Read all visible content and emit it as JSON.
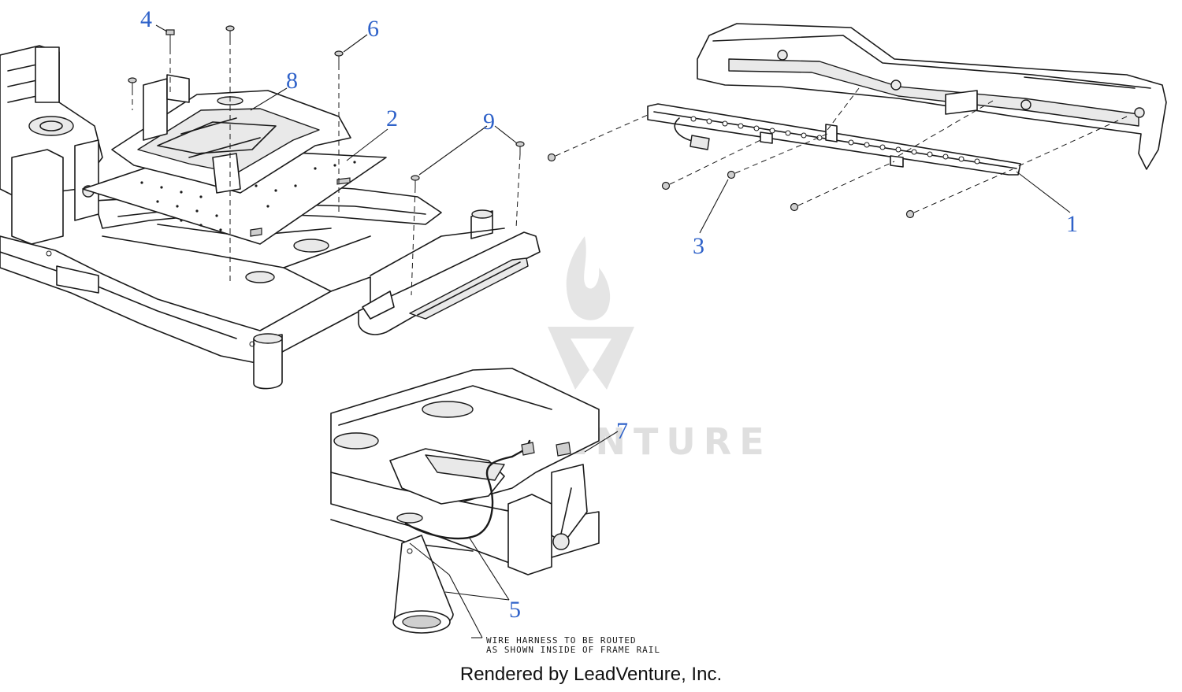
{
  "callouts": [
    {
      "id": "1",
      "label": "1"
    },
    {
      "id": "2",
      "label": "2"
    },
    {
      "id": "3",
      "label": "3"
    },
    {
      "id": "4",
      "label": "4"
    },
    {
      "id": "5",
      "label": "5"
    },
    {
      "id": "6",
      "label": "6"
    },
    {
      "id": "7",
      "label": "7"
    },
    {
      "id": "8",
      "label": "8"
    },
    {
      "id": "9",
      "label": "9"
    }
  ],
  "note": {
    "line1": "WIRE HARNESS TO BE ROUTED",
    "line2": "AS SHOWN INSIDE OF FRAME RAIL"
  },
  "watermark": {
    "text": "LEADVENTURE"
  },
  "footer": {
    "text": "Rendered by LeadVenture, Inc."
  },
  "colors": {
    "callout": "#2f62c9",
    "line": "#1a1a1a",
    "watermark": "#dcdcdc"
  }
}
